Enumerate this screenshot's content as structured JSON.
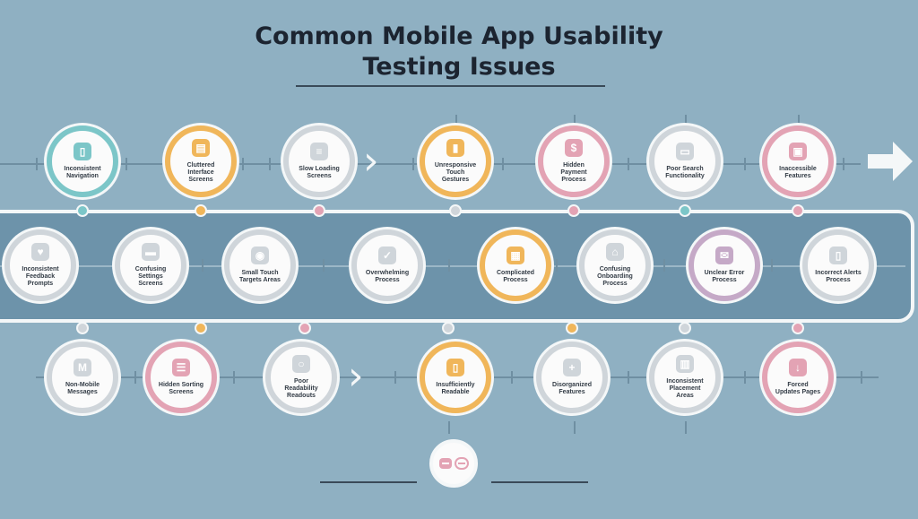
{
  "title_line1": "Common Mobile App Usability",
  "title_line2": "Testing Issues",
  "colors": {
    "teal": "#7cc6c8",
    "orange": "#f0b65a",
    "pink": "#e3a3b4",
    "gray": "#cfd5da",
    "purple": "#c5a9c7"
  },
  "row1": [
    {
      "label": "Inconsistent Navigation",
      "icon": "phone-icon",
      "color": "teal"
    },
    {
      "label": "Cluttered Interface Screens",
      "icon": "chart-icon",
      "color": "orange"
    },
    {
      "label": "Slow Loading Screens",
      "icon": "document-icon",
      "color": "gray"
    },
    {
      "label": "Unresponsive Touch Gestures",
      "icon": "battery-icon",
      "color": "orange"
    },
    {
      "label": "Hidden Payment Process",
      "icon": "dollar-icon",
      "color": "pink"
    },
    {
      "label": "Poor Search Functionality",
      "icon": "tablet-icon",
      "color": "gray"
    },
    {
      "label": "Inaccessible Features",
      "icon": "window-icon",
      "color": "pink"
    }
  ],
  "row2": [
    {
      "label": "Inconsistent Feedback Prompts",
      "icon": "heart-icon",
      "color": "gray"
    },
    {
      "label": "Confusing Settings Screens",
      "icon": "card-icon",
      "color": "gray"
    },
    {
      "label": "Small Touch Targets Areas",
      "icon": "bottle-icon",
      "color": "gray"
    },
    {
      "label": "Overwhelming Process",
      "icon": "check-icon",
      "color": "gray"
    },
    {
      "label": "Complicated Process",
      "icon": "box-icon",
      "color": "orange"
    },
    {
      "label": "Confusing Onboarding Process",
      "icon": "home-icon",
      "color": "gray"
    },
    {
      "label": "Unclear Error Process",
      "icon": "mail-icon",
      "color": "purple"
    },
    {
      "label": "Incorrect Alerts Process",
      "icon": "device-icon",
      "color": "gray"
    }
  ],
  "row3": [
    {
      "label": "Non-Mobile Messages",
      "icon": "mu-icon",
      "color": "gray"
    },
    {
      "label": "Hidden Sorting Screens",
      "icon": "list-icon",
      "color": "pink"
    },
    {
      "label": "Poor Readability Readouts",
      "icon": "search-icon",
      "color": "gray"
    },
    {
      "label": "Insufficiently Readable",
      "icon": "doc-icon",
      "color": "orange"
    },
    {
      "label": "Disorganized Features",
      "icon": "plus-icon",
      "color": "gray"
    },
    {
      "label": "Inconsistent Placement Areas",
      "icon": "bars-icon",
      "color": "gray"
    },
    {
      "label": "Forced Updates Pages",
      "icon": "arrow-down-icon",
      "color": "pink"
    }
  ],
  "bottom": {
    "icon": "toggle-icon",
    "color": "pink"
  }
}
